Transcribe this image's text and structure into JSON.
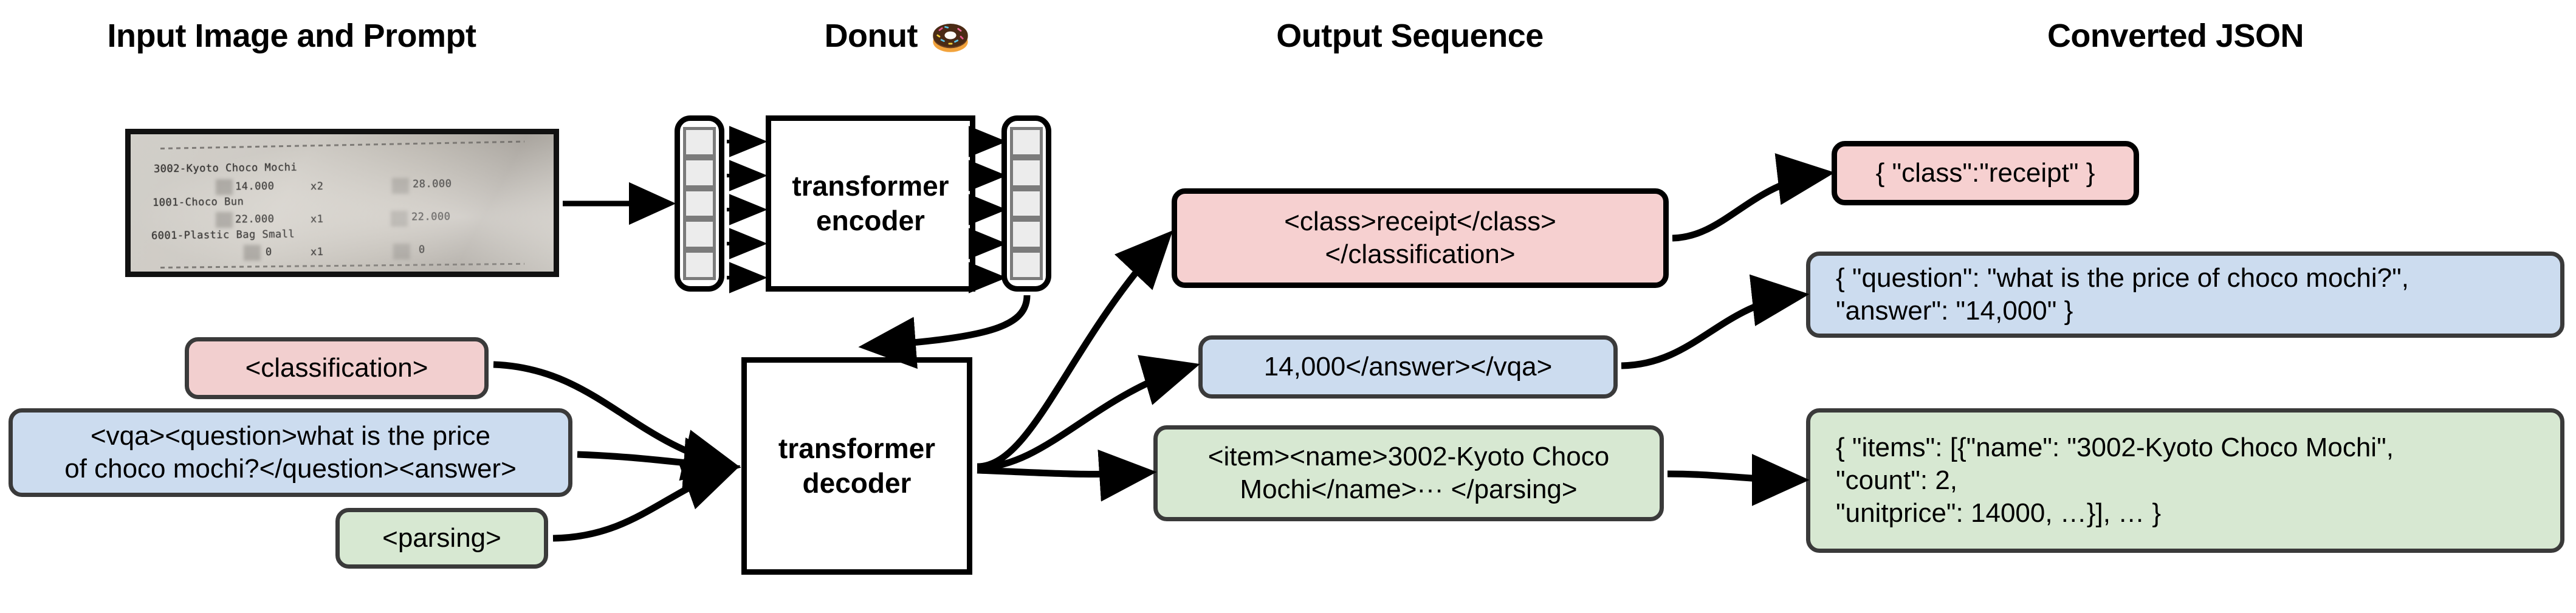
{
  "figure": {
    "type": "pipeline-diagram",
    "background": "#ffffff",
    "colors": {
      "pink": "#f2cfcf",
      "blue": "#ccdcef",
      "green": "#d7e8d2",
      "box_border": "#3a3a3a",
      "black": "#000000",
      "token_fill": "#ececec",
      "token_border": "#7b7b7b"
    }
  },
  "headers": {
    "input": "Input Image and Prompt",
    "model": "Donut",
    "model_icon": "donut-emoji",
    "output": "Output Sequence",
    "json": "Converted JSON"
  },
  "receipt": {
    "lines": [
      "3002-Kyoto Choco Mochi",
      "      14.000    x2",
      "1001-Choco Bun",
      "      22.000    x1",
      "6001-Plastic Bag Small",
      "         0      x1"
    ],
    "amounts": [
      "28.000",
      "22.000",
      "0"
    ],
    "items": [
      {
        "name": "3002-Kyoto Choco Mochi",
        "unitprice": "14.000",
        "count": "x2",
        "total": "28.000"
      },
      {
        "name": "1001-Choco Bun",
        "unitprice": "22.000",
        "count": "x1",
        "total": "22.000"
      },
      {
        "name": "6001-Plastic Bag Small",
        "unitprice": "0",
        "count": "x1",
        "total": "0"
      }
    ]
  },
  "encoder": {
    "label": "transformer\nencoder",
    "input_tokens": 5,
    "output_tokens": 5
  },
  "decoder": {
    "label": "transformer\ndecoder"
  },
  "prompts": [
    {
      "id": "classification",
      "text": "<classification>",
      "color": "pink"
    },
    {
      "id": "vqa",
      "text": "<vqa><question>what is the price\nof choco mochi?</question><answer>",
      "color": "blue"
    },
    {
      "id": "parsing",
      "text": "<parsing>",
      "color": "green"
    }
  ],
  "outputs": [
    {
      "id": "classification-out",
      "text": "<class>receipt</class>\n</classification>",
      "color": "pink"
    },
    {
      "id": "vqa-out",
      "text": "14,000</answer></vqa>",
      "color": "blue"
    },
    {
      "id": "parsing-out",
      "text": "<item><name>3002-Kyoto Choco\nMochi</name>··· </parsing>",
      "color": "green"
    }
  ],
  "json_outputs": [
    {
      "id": "json-class",
      "text": "{ \"class\":\"receipt\" }",
      "color": "pink"
    },
    {
      "id": "json-vqa",
      "text": "{ \"question\": \"what is the price of choco mochi?\",\n   \"answer\": \"14,000\" }",
      "color": "blue"
    },
    {
      "id": "json-parse",
      "text": "{ \"items\": [{\"name\": \"3002-Kyoto Choco Mochi\",\n     \"count\": 2,\n     \"unitprice\": 14000, …}], … }",
      "color": "green"
    }
  ]
}
